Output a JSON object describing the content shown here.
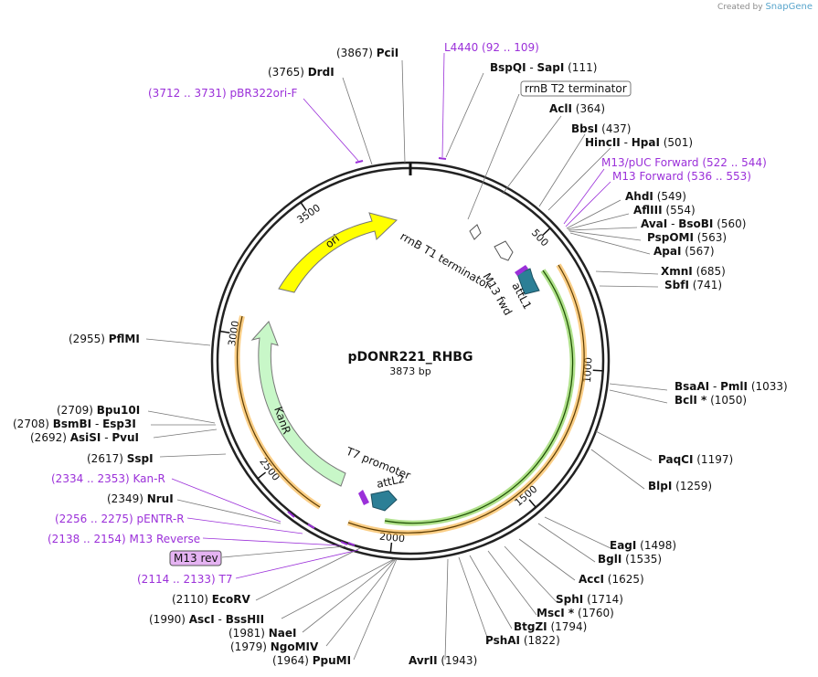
{
  "title": "pDONR221_RHBG",
  "length_label": "3873 bp",
  "total_bp": 3873,
  "credit": {
    "prefix": "Created by",
    "brand": "SnapGene"
  },
  "colors": {
    "feature_label": "#9b30d9",
    "ori": "#ffff00",
    "kanr": "#c8f7c8",
    "attl": "#2c7f96",
    "backbone": "#333333"
  },
  "ticks": [
    {
      "label": "500",
      "pos": 500
    },
    {
      "label": "1000",
      "pos": 1000
    },
    {
      "label": "1500",
      "pos": 1500
    },
    {
      "label": "2000",
      "pos": 2000
    },
    {
      "label": "2500",
      "pos": 2500
    },
    {
      "label": "3000",
      "pos": 3000
    },
    {
      "label": "3500",
      "pos": 3500
    }
  ],
  "features": [
    {
      "name": "ori",
      "start": 3390,
      "end": 3784
    },
    {
      "name": "KanR",
      "start": 2353,
      "end": 3118
    },
    {
      "name": "rrnB T1 terminator",
      "start": 232,
      "end": 322
    },
    {
      "name": "rrnB T2 terminator",
      "start": 180,
      "end": 200
    },
    {
      "name": "attL1",
      "start": 480,
      "end": 580
    },
    {
      "name": "M13 fwd",
      "start": 440,
      "end": 460
    },
    {
      "name": "T7 promoter",
      "start": 2195,
      "end": 2215
    },
    {
      "name": "attL2",
      "start": 2097,
      "end": 2197
    },
    {
      "name": "M13 rev",
      "start": 2133,
      "end": 2150
    }
  ],
  "labels": [
    {
      "text": "(3867)  PciI"
    },
    {
      "text": "L4440   (92 .. 109)"
    },
    {
      "text": "BspQI  -  SapI   (111)"
    },
    {
      "text": "rrnB T2 terminator"
    },
    {
      "text": "AclI   (364)"
    },
    {
      "text": "BbsI   (437)"
    },
    {
      "text": "HincII  -  HpaI   (501)"
    },
    {
      "text": "M13/pUC Forward   (522 .. 544)"
    },
    {
      "text": "M13 Forward   (536 .. 553)"
    },
    {
      "text": "AhdI   (549)"
    },
    {
      "text": "AflIII   (554)"
    },
    {
      "text": "AvaI  -  BsoBI   (560)"
    },
    {
      "text": "PspOMI   (563)"
    },
    {
      "text": "ApaI   (567)"
    },
    {
      "text": "XmnI   (685)"
    },
    {
      "text": "SbfI   (741)"
    },
    {
      "text": "BsaAI  -  PmlI   (1033)"
    },
    {
      "text": "BclI *  (1050)"
    },
    {
      "text": "PaqCI   (1197)"
    },
    {
      "text": "BlpI   (1259)"
    },
    {
      "text": "EagI   (1498)"
    },
    {
      "text": "BglI   (1535)"
    },
    {
      "text": "AccI   (1625)"
    },
    {
      "text": "SphI   (1714)"
    },
    {
      "text": "MscI *  (1760)"
    },
    {
      "text": "BtgZI   (1794)"
    },
    {
      "text": "PshAI   (1822)"
    },
    {
      "text": "AvrII   (1943)"
    },
    {
      "text": "(1964)  PpuMI"
    },
    {
      "text": "(1979)  NgoMIV"
    },
    {
      "text": "(1981)  NaeI"
    },
    {
      "text": "(1990)  AscI  -  BssHII"
    },
    {
      "text": "(2110)  EcoRV"
    },
    {
      "text": "(2114 .. 2133)  T7"
    },
    {
      "text": "M13 rev"
    },
    {
      "text": "(2138 .. 2154)  M13 Reverse"
    },
    {
      "text": "(2256 .. 2275)  pENTR-R"
    },
    {
      "text": "(2349)  NruI"
    },
    {
      "text": "(2334 .. 2353)  Kan-R"
    },
    {
      "text": "(2617)  SspI"
    },
    {
      "text": "(2692)  AsiSI  -  PvuI"
    },
    {
      "text": "(2708)  BsmBI  -  Esp3I"
    },
    {
      "text": "(2709)  Bpu10I"
    },
    {
      "text": "(2955)  PflMI"
    },
    {
      "text": "(3712 .. 3731)  pBR322ori-F"
    },
    {
      "text": "(3765)  DrdI"
    }
  ]
}
